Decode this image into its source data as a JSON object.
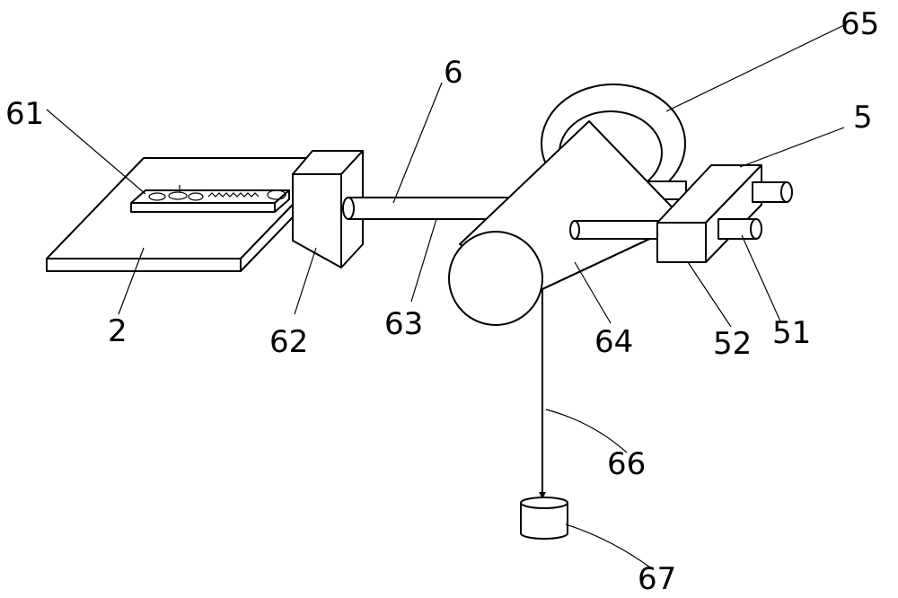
{
  "labels": {
    "l2": "2",
    "l5": "5",
    "l6": "6",
    "l51": "51",
    "l52": "52",
    "l61": "61",
    "l62": "62",
    "l63": "63",
    "l64": "64",
    "l65": "65",
    "l66": "66",
    "l67": "67"
  }
}
